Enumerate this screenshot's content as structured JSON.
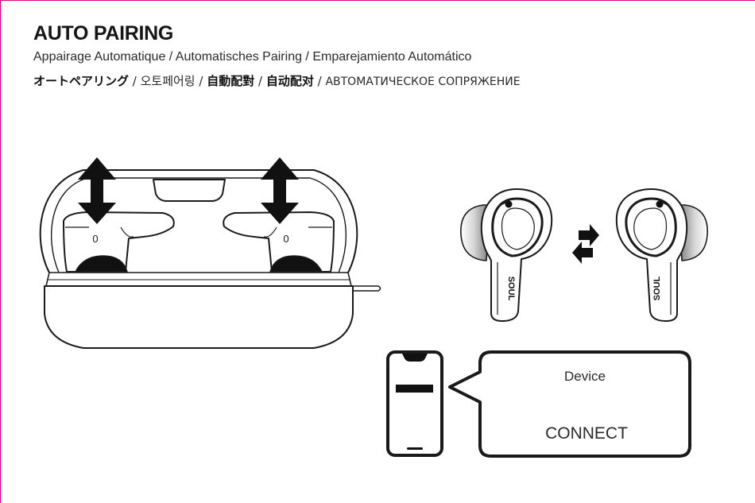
{
  "heading": {
    "title": "AUTO PAIRING",
    "subtitle_line1": "Appairage Automatique / Automatisches Pairing / Emparejamiento Automático",
    "subtitle_line2": {
      "ja": "オートペアリング",
      "sep1": " / ",
      "ko": "오토페어링",
      "sep2": " / ",
      "zh_tw": "自動配對",
      "sep3": " / ",
      "zh_cn": "自动配对",
      "sep4": " / ",
      "ru": "АВТОМАТИЧЕСКОЕ СОПРЯЖЕНИЕ"
    }
  },
  "illustration": {
    "case_bud_left_label": "0",
    "case_bud_right_label": "0",
    "bud_brand_left": "SOUL",
    "bud_brand_right": "SOUL"
  },
  "phone_dialog": {
    "device_label": "Device",
    "connect_label": "CONNECT"
  },
  "colors": {
    "accent_edge": "#e0007a",
    "line": "#1a1a1a"
  }
}
